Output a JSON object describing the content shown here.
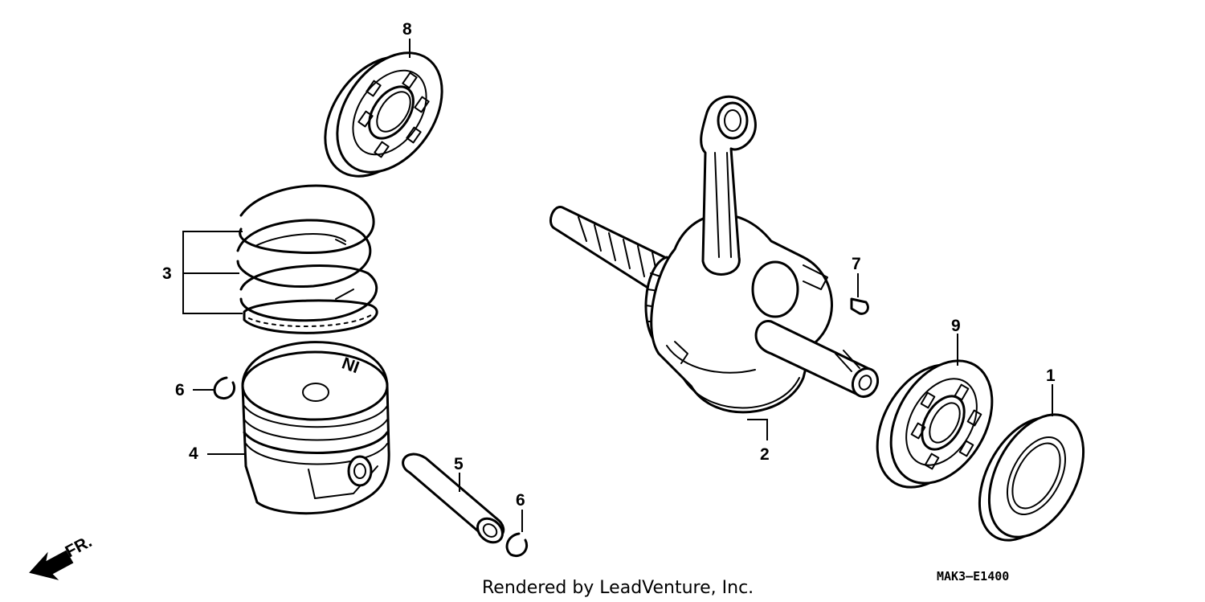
{
  "diagram": {
    "callouts": [
      {
        "id": "1",
        "label": "1"
      },
      {
        "id": "2",
        "label": "2"
      },
      {
        "id": "3",
        "label": "3"
      },
      {
        "id": "4",
        "label": "4"
      },
      {
        "id": "5",
        "label": "5"
      },
      {
        "id": "6a",
        "label": "6"
      },
      {
        "id": "6b",
        "label": "6"
      },
      {
        "id": "7",
        "label": "7"
      },
      {
        "id": "8",
        "label": "8"
      },
      {
        "id": "9",
        "label": "9"
      }
    ],
    "piston_mark": "IN",
    "direction_label": "FR.",
    "footer_text": "Rendered by LeadVenture, Inc.",
    "diagram_code": "MAK3–E1400"
  }
}
